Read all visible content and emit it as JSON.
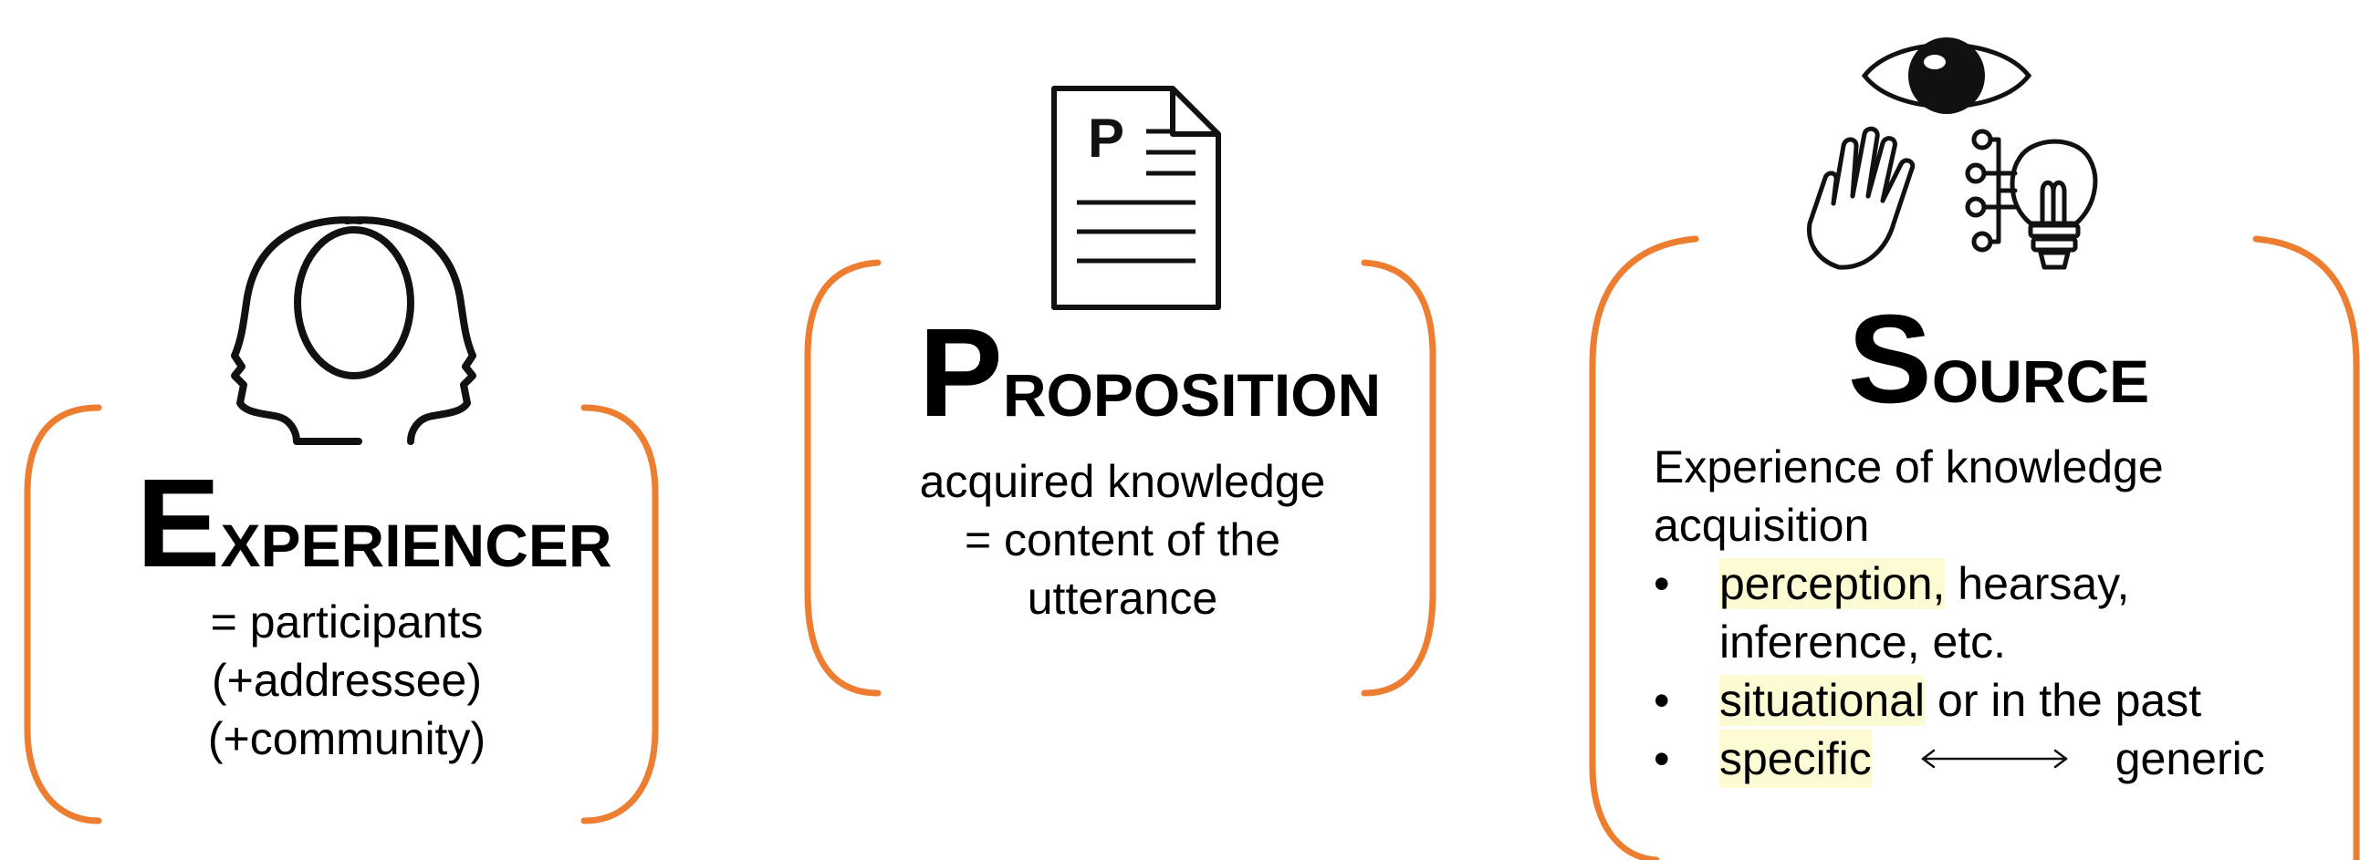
{
  "colors": {
    "bracket": "#ed7d31",
    "highlight": "#fdfbd4",
    "text": "#000000"
  },
  "experiencer": {
    "icon": "two-heads-profile-icon",
    "title_cap": "E",
    "title_rest": "XPERIENCER",
    "desc_lines": [
      "= participants",
      "(+addressee)",
      "(+community)"
    ]
  },
  "proposition": {
    "icon": "document-p-icon",
    "icon_letter": "P",
    "title_cap": "P",
    "title_rest": "ROPOSITION",
    "desc_lines": [
      "acquired knowledge",
      "= content of the",
      "utterance"
    ]
  },
  "source": {
    "icons": [
      "eye-icon",
      "hand-icon",
      "lightbulb-network-icon"
    ],
    "title_cap": "S",
    "title_rest": "OURCE",
    "intro": "Experience of knowledge acquisition",
    "bullet": "•",
    "items": [
      {
        "highlight": "perception,",
        "rest": " hearsay, inference, etc."
      },
      {
        "highlight": "situational",
        "rest": " or in the past"
      },
      {
        "highlight": "specific",
        "rest": "generic"
      }
    ]
  }
}
